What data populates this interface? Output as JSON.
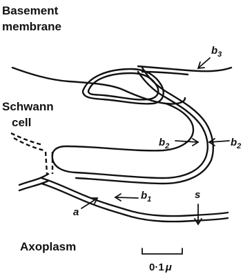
{
  "labels": {
    "basement_line1": "Basement",
    "basement_line2": "membrane",
    "schwann_line1": "Schwann",
    "schwann_line2": "cell",
    "b": "b",
    "b1_sub": "1",
    "b2_sub": "2",
    "b3_sub": "3",
    "a": "a",
    "s": "s",
    "axoplasm": "Axoplasm",
    "scale_value": "0·1",
    "scale_unit": "μ"
  }
}
